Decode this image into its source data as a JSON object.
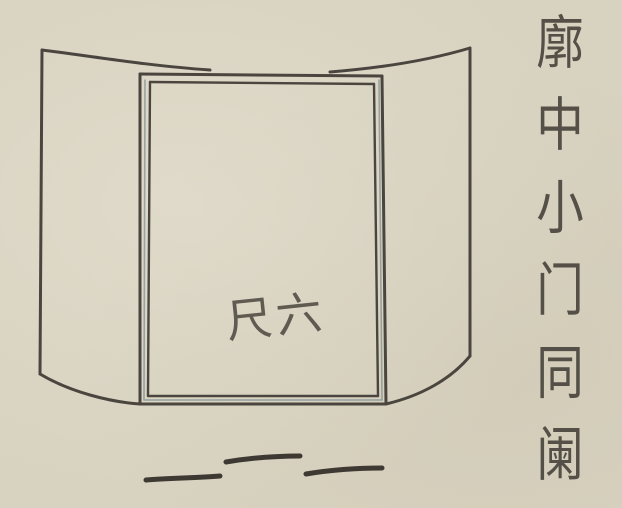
{
  "caption": {
    "chars": [
      "廓",
      "中",
      "小",
      "门",
      "同",
      "阑"
    ]
  },
  "door": {
    "label_chars": [
      "六",
      "尺"
    ]
  },
  "colors": {
    "paper": "#d8d2c0",
    "ink": "#3e3a33"
  }
}
